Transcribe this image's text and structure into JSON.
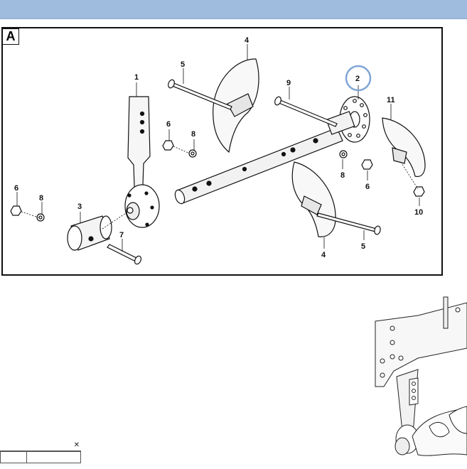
{
  "panel": {
    "letter": "A"
  },
  "callouts": {
    "c1": "1",
    "c2": "2",
    "c3": "3",
    "c4a": "4",
    "c4b": "4",
    "c5a": "5",
    "c5b": "5",
    "c6a": "6",
    "c6b": "6",
    "c6c": "6",
    "c7": "7",
    "c8a": "8",
    "c8b": "8",
    "c8c": "8",
    "c9": "9",
    "c10": "10",
    "c11": "11"
  },
  "highlight": {
    "callout": "2",
    "color": "#7fa6d6"
  },
  "colors": {
    "band": "#9fbcdf",
    "frame": "#111111"
  },
  "mini_dialog": {
    "close_icon": "close-icon"
  }
}
